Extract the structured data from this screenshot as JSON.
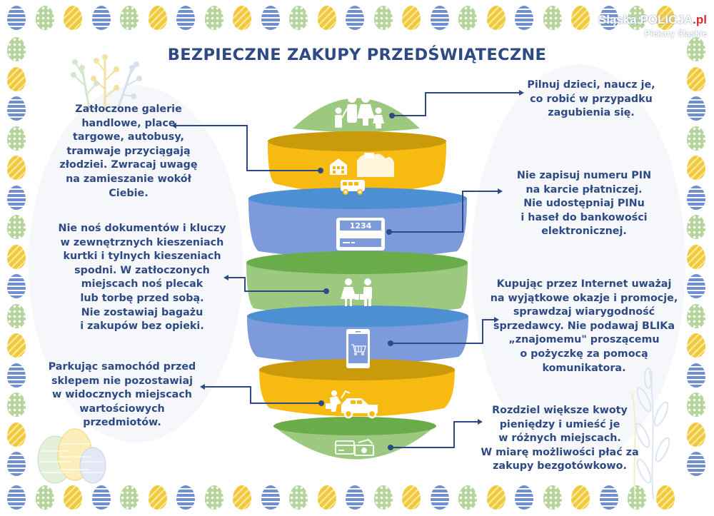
{
  "title": "BEZPIECZNE ZAKUPY PRZEDŚWIĄTECZNE",
  "logo": {
    "main": "Śląska.POLICJA",
    "domain": ".pl",
    "sub": "Piekary Śląskie"
  },
  "colors": {
    "text": "#2e4a85",
    "green": "#9cc97f",
    "green_dark": "#6aab4a",
    "yellow": "#f6ba10",
    "yellow_dark": "#c99a0a",
    "blue": "#7d9bdb",
    "blue_dark": "#4c8fd3",
    "connector": "#2e4a85"
  },
  "egg_layers": [
    {
      "id": "family",
      "color": "green",
      "icon": "family-icon"
    },
    {
      "id": "crowd",
      "color": "yellow",
      "icon": "crowd-city-bus-icon"
    },
    {
      "id": "pin-card",
      "color": "blue",
      "icon": "pin-card-icon",
      "icon_text": "1234"
    },
    {
      "id": "shoppers",
      "color": "green",
      "icon": "shoppers-with-bags-icon"
    },
    {
      "id": "phone-cart",
      "color": "blue",
      "icon": "smartphone-cart-icon"
    },
    {
      "id": "car",
      "color": "yellow",
      "icon": "car-trunk-icon"
    },
    {
      "id": "money",
      "color": "green",
      "icon": "cards-cash-icon"
    }
  ],
  "tips_left": [
    {
      "id": "crowds",
      "lines": [
        "Zatłoczone galerie",
        "handlowe, place",
        "targowe, autobusy,",
        "tramwaje przyciągają",
        "złodziei. Zwracaj uwagę",
        "na zamieszanie wokół",
        "Ciebie."
      ]
    },
    {
      "id": "documents",
      "lines": [
        "Nie noś dokumentów i kluczy",
        "w zewnętrznych kieszeniach",
        "kurtki i tylnych kieszeniach",
        "spodni. W zatłoczonych",
        "miejscach noś plecak",
        "lub torbę przed sobą.",
        "Nie zostawiaj bagażu",
        "i zakupów bez opieki."
      ]
    },
    {
      "id": "parking",
      "lines": [
        "Parkując samochód przed",
        "sklepem nie pozostawiaj",
        "w widocznych miejscach",
        "wartościowych",
        "przedmiotów."
      ]
    }
  ],
  "tips_right": [
    {
      "id": "children",
      "lines": [
        "Pilnuj dzieci, naucz je,",
        "co robić w przypadku",
        "zagubienia się."
      ]
    },
    {
      "id": "pin",
      "lines": [
        "Nie zapisuj numeru PIN",
        "na karcie płatniczej.",
        "Nie udostępniaj PINu",
        "i haseł do bankowości",
        "elektronicznej."
      ]
    },
    {
      "id": "internet",
      "lines": [
        "Kupując przez Internet uważaj",
        "na wyjątkowe okazje i promocje,",
        "sprawdzaj wiarygodność",
        "sprzedawcy. Nie podawaj BLIKa",
        "„znajomemu\" proszącemu",
        "o pożyczkę za pomocą",
        "komunikatora."
      ]
    },
    {
      "id": "money",
      "lines": [
        "Rozdziel większe kwoty",
        "pieniędzy i umieść je",
        "w różnych miejscach.",
        "W miarę możliwości płać za",
        "zakupy bezgotówkowo."
      ]
    }
  ]
}
